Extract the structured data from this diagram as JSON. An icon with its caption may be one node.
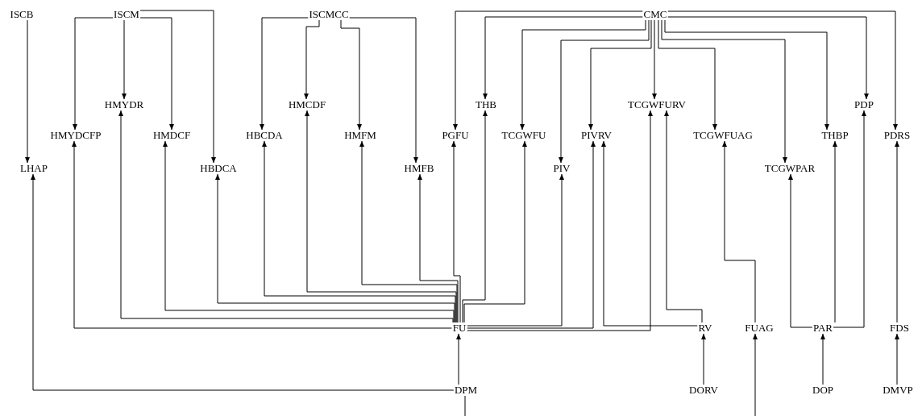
{
  "diagram": {
    "nodes": [
      {
        "text": [
          "ISCB"
        ]
      },
      {
        "text": [
          "ISCM"
        ]
      },
      {
        "text": [
          "ISCMCC"
        ]
      },
      {
        "text": [
          "CMC"
        ]
      },
      {
        "text": [
          "HMYDR"
        ]
      },
      {
        "text": [
          "HMCDF"
        ]
      },
      {
        "text": [
          "THB"
        ]
      },
      {
        "text": [
          "TCGWFURV"
        ]
      },
      {
        "text": [
          "PDP"
        ]
      },
      {
        "text": [
          "HMYDCFP"
        ]
      },
      {
        "text": [
          "HMDCF"
        ]
      },
      {
        "text": [
          "HBCDA"
        ]
      },
      {
        "text": [
          "HMFM"
        ]
      },
      {
        "text": [
          "PGFU"
        ]
      },
      {
        "text": [
          "TCGWFU"
        ]
      },
      {
        "text": [
          "PIVRV"
        ]
      },
      {
        "text": [
          "TCGWFUAG"
        ]
      },
      {
        "text": [
          "THBP"
        ]
      },
      {
        "text": [
          "PDRS"
        ]
      },
      {
        "text": [
          "LHAP"
        ]
      },
      {
        "text": [
          "HBDCA"
        ]
      },
      {
        "text": [
          "HMFB"
        ]
      },
      {
        "text": [
          "PIV"
        ]
      },
      {
        "text": [
          "TCGWPAR"
        ]
      },
      {
        "text": [
          "FU"
        ]
      },
      {
        "text": [
          "RV"
        ]
      },
      {
        "text": [
          "FUAG"
        ]
      },
      {
        "text": [
          "PAR"
        ]
      },
      {
        "text": [
          "FDS"
        ]
      },
      {
        "text": [
          "DPM"
        ]
      },
      {
        "text": [
          "DORV"
        ]
      },
      {
        "text": [
          "DOP"
        ]
      },
      {
        "text": [
          "DMVP"
        ]
      }
    ],
    "edges": [
      {
        "from": 0,
        "to": 19,
        "arrow": "to"
      },
      {
        "from": 1,
        "to": 9,
        "arrow": "to"
      },
      {
        "from": 1,
        "to": 4,
        "arrow": "to"
      },
      {
        "from": 1,
        "to": 10,
        "arrow": "to"
      },
      {
        "from": 1,
        "to": 20,
        "arrow": "to"
      },
      {
        "from": 2,
        "to": 11,
        "arrow": "to"
      },
      {
        "from": 2,
        "to": 5,
        "arrow": "to"
      },
      {
        "from": 2,
        "to": 12,
        "arrow": "to"
      },
      {
        "from": 2,
        "to": 21,
        "arrow": "to"
      },
      {
        "from": 3,
        "to": 13,
        "arrow": "to"
      },
      {
        "from": 3,
        "to": 6,
        "arrow": "to"
      },
      {
        "from": 3,
        "to": 14,
        "arrow": "to"
      },
      {
        "from": 3,
        "to": 22,
        "arrow": "to"
      },
      {
        "from": 3,
        "to": 15,
        "arrow": "to"
      },
      {
        "from": 3,
        "to": 7,
        "arrow": "to"
      },
      {
        "from": 3,
        "to": 16,
        "arrow": "to"
      },
      {
        "from": 3,
        "to": 23,
        "arrow": "to"
      },
      {
        "from": 3,
        "to": 17,
        "arrow": "to"
      },
      {
        "from": 3,
        "to": 8,
        "arrow": "to"
      },
      {
        "from": 3,
        "to": 18,
        "arrow": "to"
      },
      {
        "from": 24,
        "to": 9,
        "arrow": "to"
      },
      {
        "from": 24,
        "to": 4,
        "arrow": "to"
      },
      {
        "from": 24,
        "to": 10,
        "arrow": "to"
      },
      {
        "from": 24,
        "to": 20,
        "arrow": "to"
      },
      {
        "from": 24,
        "to": 11,
        "arrow": "to"
      },
      {
        "from": 24,
        "to": 5,
        "arrow": "to"
      },
      {
        "from": 24,
        "to": 12,
        "arrow": "to"
      },
      {
        "from": 24,
        "to": 21,
        "arrow": "to"
      },
      {
        "from": 24,
        "to": 13,
        "arrow": "to"
      },
      {
        "from": 24,
        "to": 6,
        "arrow": "to"
      },
      {
        "from": 24,
        "to": 14,
        "arrow": "to"
      },
      {
        "from": 24,
        "to": 22,
        "arrow": "to"
      },
      {
        "from": 24,
        "to": 15,
        "arrow": "to"
      },
      {
        "from": 24,
        "to": 7,
        "arrow": "to"
      },
      {
        "from": 25,
        "to": 15,
        "arrow": "to"
      },
      {
        "from": 25,
        "to": 7,
        "arrow": "to"
      },
      {
        "from": 26,
        "to": 16,
        "arrow": "to"
      },
      {
        "from": 27,
        "to": 23,
        "arrow": "to"
      },
      {
        "from": 27,
        "to": 17,
        "arrow": "to"
      },
      {
        "from": 27,
        "to": 8,
        "arrow": "to"
      },
      {
        "from": 28,
        "to": 18,
        "arrow": "to"
      },
      {
        "from": 29,
        "to": 24,
        "arrow": "to"
      },
      {
        "from": 29,
        "to": 19,
        "arrow": "to"
      },
      {
        "from": 30,
        "to": 25,
        "arrow": "to"
      },
      {
        "from": 31,
        "to": 27,
        "arrow": "to"
      },
      {
        "from": 32,
        "to": 28,
        "arrow": "to"
      },
      {
        "from": null,
        "to": 26,
        "arrow": "to"
      },
      {
        "from": 29,
        "to": null,
        "arrow": "none"
      }
    ]
  }
}
